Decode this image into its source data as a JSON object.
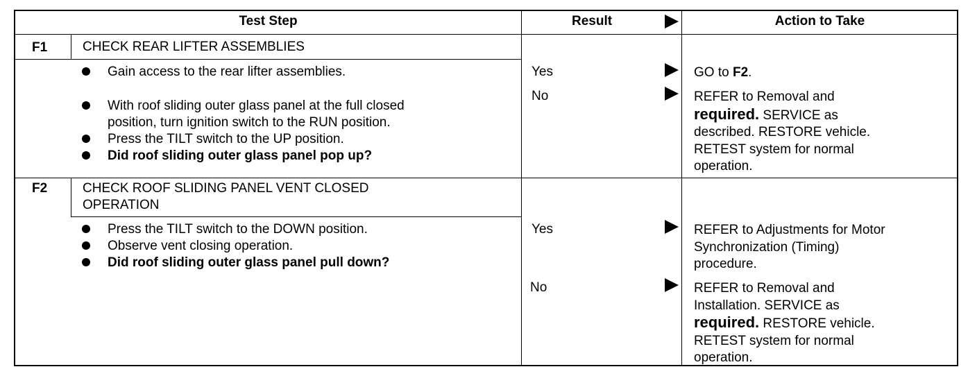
{
  "header": {
    "test_step": "Test Step",
    "result": "Result",
    "action": "Action to Take"
  },
  "steps": [
    {
      "code": "F1",
      "title": [
        "CHECK REAR LIFTER ASSEMBLIES"
      ],
      "bullets": [
        {
          "lines": [
            "Gain access to the rear lifter assemblies."
          ],
          "bold": false
        },
        {
          "lines": [
            "With roof sliding outer glass panel at the full closed",
            "position, turn ignition switch to the RUN position."
          ],
          "bold": false
        },
        {
          "lines": [
            "Press the TILT switch to the UP position."
          ],
          "bold": false
        },
        {
          "lines": [
            "Did roof sliding outer glass panel pop up?"
          ],
          "bold": true
        }
      ],
      "results": [
        {
          "label": "Yes",
          "action": {
            "pre": "GO to ",
            "bold": "F2",
            "post": "."
          }
        },
        {
          "label": "No",
          "action": {
            "lines": [
              "REFER to Removal and",
              "",
              "described. RESTORE vehicle.",
              "RETEST system for normal",
              "operation."
            ],
            "big_word": "required.",
            "big_suffix": " SERVICE as"
          }
        }
      ]
    },
    {
      "code": "F2",
      "title": [
        "CHECK ROOF SLIDING PANEL VENT CLOSED",
        "OPERATION"
      ],
      "bullets": [
        {
          "lines": [
            "Press the TILT switch to the DOWN position."
          ],
          "bold": false
        },
        {
          "lines": [
            "Observe vent closing operation."
          ],
          "bold": false
        },
        {
          "lines": [
            "Did roof sliding outer glass panel pull down?"
          ],
          "bold": true
        }
      ],
      "results": [
        {
          "label": "Yes",
          "action": {
            "lines": [
              "REFER to Adjustments for Motor",
              "Synchronization (Timing)",
              "procedure."
            ]
          }
        },
        {
          "label": "No",
          "action": {
            "lines": [
              "REFER to Removal and",
              "Installation. SERVICE as",
              "",
              "RETEST system for normal",
              "operation."
            ],
            "big_word": "required.",
            "big_suffix": " RESTORE vehicle."
          }
        }
      ]
    }
  ]
}
